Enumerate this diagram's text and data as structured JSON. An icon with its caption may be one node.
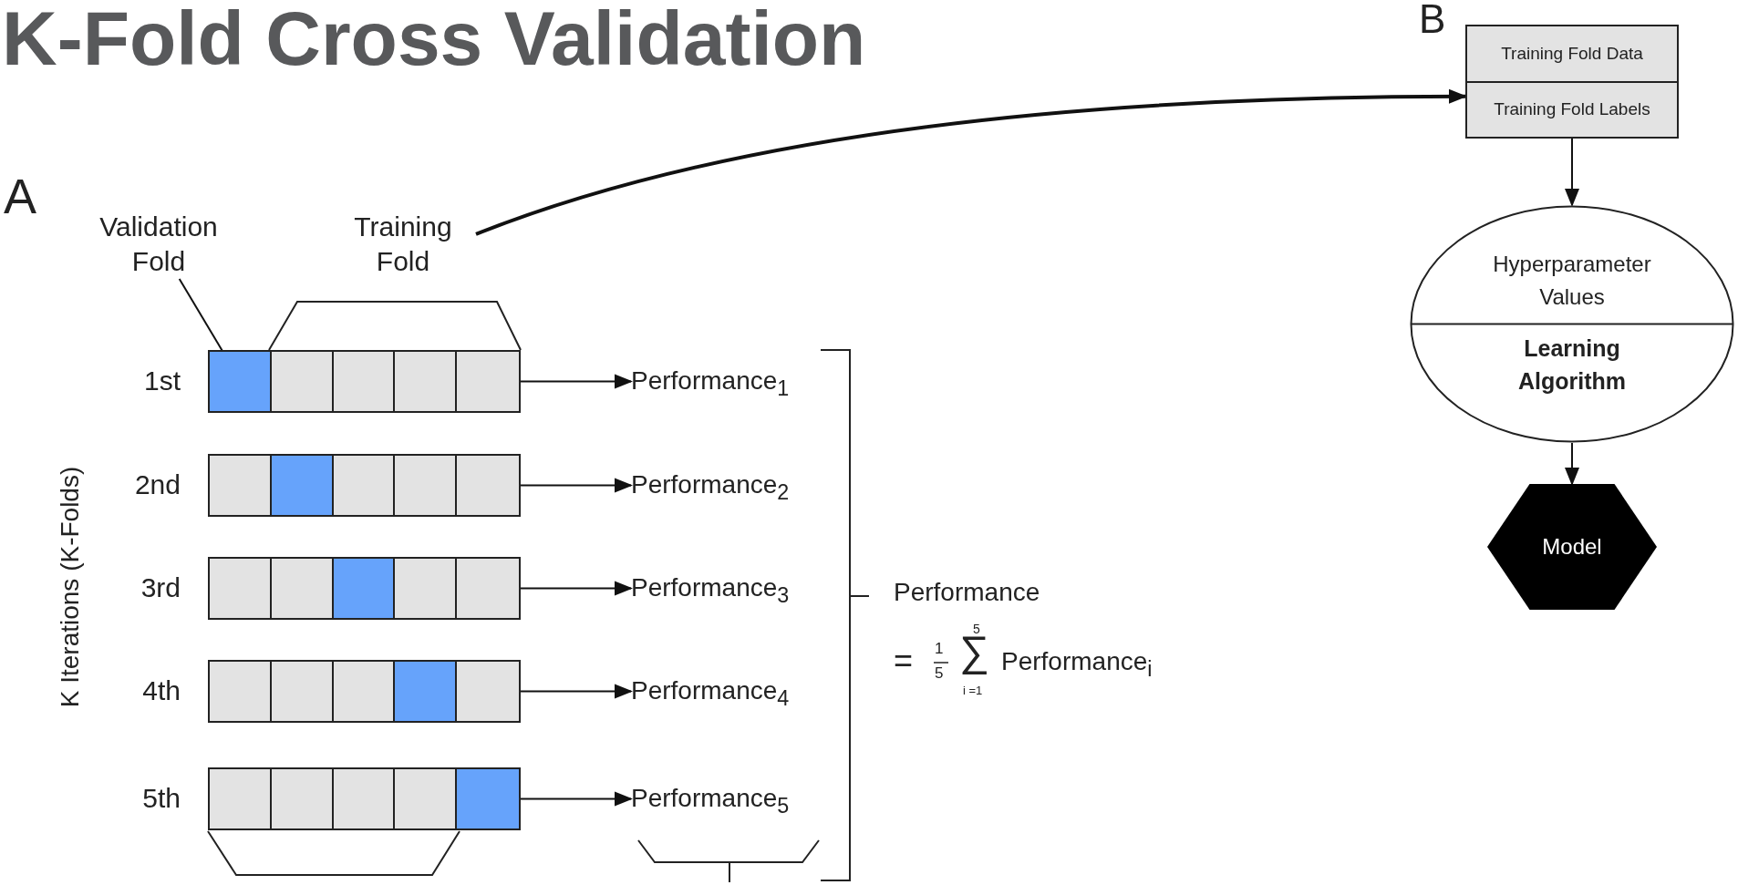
{
  "diagram": {
    "title": "K-Fold Cross Validation",
    "nodes": [
      {
        "text": [
          "Validation Fold"
        ]
      },
      {
        "text": [
          "Training Fold"
        ]
      },
      {
        "text": [],
        "shape": "bar",
        "beside": [
          "1st"
        ]
      },
      {
        "text": [],
        "shape": "box",
        "in": 2
      },
      {
        "text": [],
        "shape": "box",
        "in": 2
      },
      {
        "text": [],
        "shape": "box",
        "in": 2
      },
      {
        "text": [],
        "shape": "box",
        "in": 2
      },
      {
        "text": [],
        "shape": "box",
        "in": 2
      },
      {
        "text": [],
        "shape": "bar",
        "beside": [
          "2nd"
        ]
      },
      {
        "text": [],
        "shape": "box",
        "in": 8
      },
      {
        "text": [],
        "shape": "box",
        "in": 8
      },
      {
        "text": [],
        "shape": "box",
        "in": 8
      },
      {
        "text": [],
        "shape": "box",
        "in": 8
      },
      {
        "text": [],
        "shape": "box",
        "in": 8
      },
      {
        "text": [],
        "shape": "bar",
        "beside": [
          "3rd"
        ]
      },
      {
        "text": [],
        "shape": "box",
        "in": 14
      },
      {
        "text": [],
        "shape": "box",
        "in": 14
      },
      {
        "text": [],
        "shape": "box",
        "in": 14
      },
      {
        "text": [],
        "shape": "box",
        "in": 14
      },
      {
        "text": [],
        "shape": "box",
        "in": 14
      },
      {
        "text": [],
        "shape": "bar",
        "beside": [
          "4th"
        ]
      },
      {
        "text": [],
        "shape": "box",
        "in": 20
      },
      {
        "text": [],
        "shape": "box",
        "in": 20
      },
      {
        "text": [],
        "shape": "box",
        "in": 20
      },
      {
        "text": [],
        "shape": "box",
        "in": 20
      },
      {
        "text": [],
        "shape": "box",
        "in": 20
      },
      {
        "text": [],
        "shape": "bar",
        "beside": [
          "5th"
        ]
      },
      {
        "text": [],
        "shape": "box",
        "in": 26
      },
      {
        "text": [],
        "shape": "box",
        "in": 26
      },
      {
        "text": [],
        "shape": "box",
        "in": 26
      },
      {
        "text": [],
        "shape": "box",
        "in": 26
      },
      {
        "text": [],
        "shape": "box",
        "in": 26
      },
      {
        "text": [
          "Performance$_{1}$"
        ]
      },
      {
        "text": [
          "Performance$_{2}$"
        ]
      },
      {
        "text": [
          "Performance$_{3}$"
        ]
      },
      {
        "text": [
          "Performance$_{4}$"
        ]
      },
      {
        "text": [
          "Performance$_{5}$"
        ]
      },
      {
        "text": [
          "Training Fold Data",
          "Training Fold Labels"
        ]
      },
      {
        "text": [
          "Hyperparameter Values",
          "Learning Algorithm"
        ]
      },
      {
        "text": [
          "Model"
        ]
      }
    ],
    "edges": [
      {
        "from": 0,
        "to": 3,
        "arrow": "none"
      },
      {
        "from": 1,
        "to": 37,
        "arrow": "to"
      },
      {
        "from": 2,
        "to": 32,
        "arrow": "to"
      },
      {
        "from": 8,
        "to": 33,
        "arrow": "to"
      },
      {
        "from": 14,
        "to": 34,
        "arrow": "to"
      },
      {
        "from": 20,
        "to": 35,
        "arrow": "to"
      },
      {
        "from": 26,
        "to": 36,
        "arrow": "to"
      },
      {
        "from": 37,
        "to": 38,
        "arrow": "to"
      },
      {
        "from": 38,
        "to": 39,
        "arrow": "to"
      }
    ],
    "labels": [
      "A",
      "B",
      "K Iterations (K-Folds)",
      "Performance",
      "=",
      "1",
      "5",
      "∑",
      "5",
      "i =1",
      "Performance$_{i}$"
    ]
  }
}
